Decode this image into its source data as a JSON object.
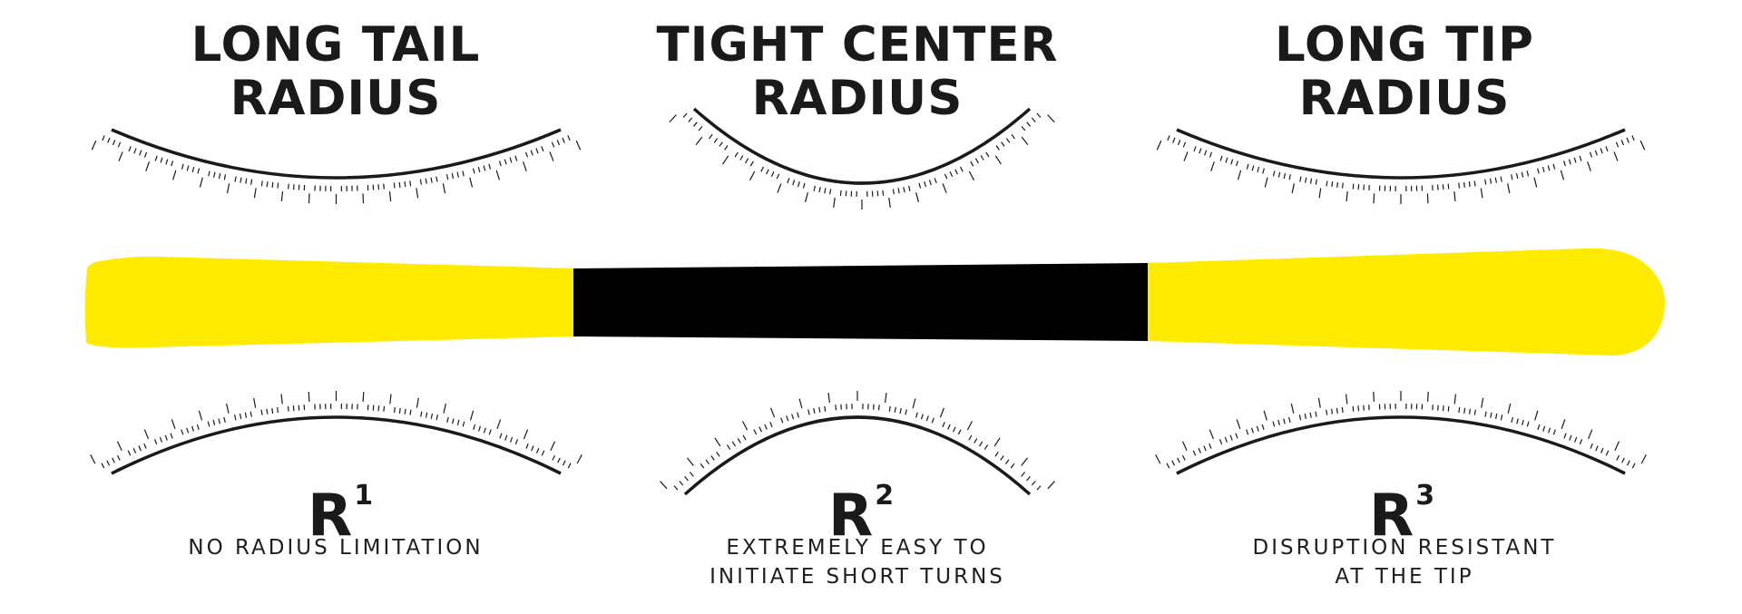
{
  "colors": {
    "ski_tail_tip": "#FFEB00",
    "ski_center": "#000000",
    "ink": "#1a1a1a"
  },
  "sections": [
    {
      "title_line1": "LONG TAIL",
      "title_line2": "RADIUS",
      "radius_letter": "R",
      "radius_number": "1",
      "desc_line1": "NO RADIUS LIMITATION",
      "desc_line2": ""
    },
    {
      "title_line1": "TIGHT CENTER",
      "title_line2": "RADIUS",
      "radius_letter": "R",
      "radius_number": "2",
      "desc_line1": "EXTREMELY EASY TO",
      "desc_line2": "INITIATE SHORT TURNS"
    },
    {
      "title_line1": "LONG TIP",
      "title_line2": "RADIUS",
      "radius_letter": "R",
      "radius_number": "3",
      "desc_line1": "DISRUPTION RESISTANT",
      "desc_line2": "AT THE TIP"
    }
  ]
}
